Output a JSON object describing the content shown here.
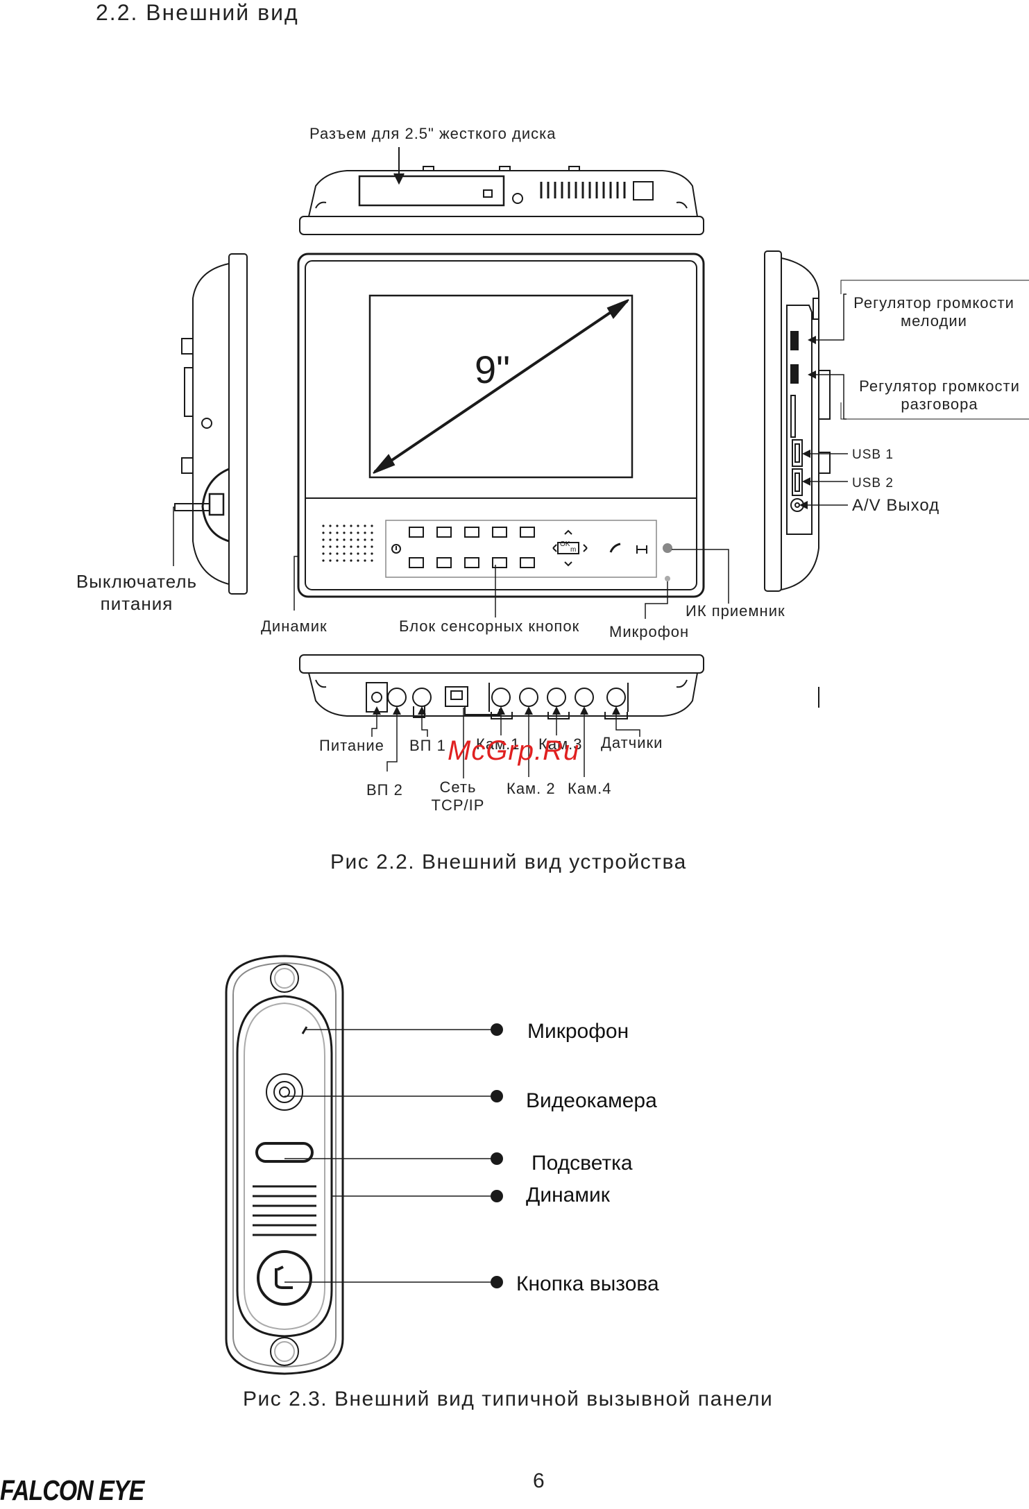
{
  "section_title": "2.2. Внешний вид",
  "figure1": {
    "caption": "Рис 2.2. Внешний вид устройства",
    "screen_size": "9\"",
    "labels": {
      "hdd_slot": "Разъем для 2.5\" жесткого диска",
      "vol_melody_1": "Регулятор громкости",
      "vol_melody_2": "мелодии",
      "vol_talk_1": "Регулятор громкости",
      "vol_talk_2": "разговора",
      "usb1": "USB 1",
      "usb2": "USB 2",
      "av_out": "A/V Выход",
      "power_switch_1": "Выключатель",
      "power_switch_2": "питания",
      "speaker": "Динамик",
      "touch_block": "Блок сенсорных кнопок",
      "mic": "Микрофон",
      "ir": "ИК приемник",
      "power": "Питание",
      "vp1": "ВП 1",
      "vp2": "ВП 2",
      "cam1": "Кам.1",
      "cam2": "Кам. 2",
      "cam3": "Кам.3",
      "cam4": "Кам.4",
      "sensors": "Датчики",
      "net_1": "Сеть",
      "net_2": "TCP/IP"
    },
    "panel_ok": "OK",
    "panel_m": "m"
  },
  "figure2": {
    "caption": "Рис 2.3. Внешний вид типичной вызывной панели",
    "labels": {
      "mic": "Микрофон",
      "camera": "Видеокамера",
      "backlight": "Подсветка",
      "speaker": "Динамик",
      "call_button": "Кнопка вызова"
    }
  },
  "watermark": "McGrp.Ru",
  "page_number": "6",
  "brand": "FALCON EYE"
}
